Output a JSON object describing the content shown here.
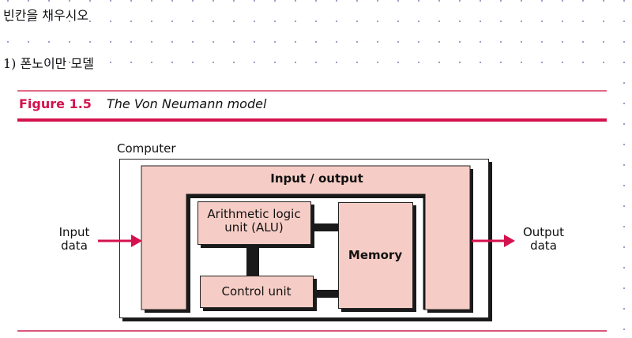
{
  "document": {
    "instruction": "빈칸을 채우시오",
    "question": "1) 폰노이만 모델"
  },
  "figure": {
    "number": "Figure 1.5",
    "title": "The Von Neumann model",
    "accent_color": "#d4124e",
    "box_fill": "#f6cdc6",
    "diagram": {
      "computer_label": "Computer",
      "io_label": "Input / output",
      "alu_label_line1": "Arithmetic logic",
      "alu_label_line2": "unit (ALU)",
      "memory_label": "Memory",
      "control_label": "Control unit",
      "input_label_line1": "Input",
      "input_label_line2": "data",
      "output_label_line1": "Output",
      "output_label_line2": "data"
    }
  }
}
